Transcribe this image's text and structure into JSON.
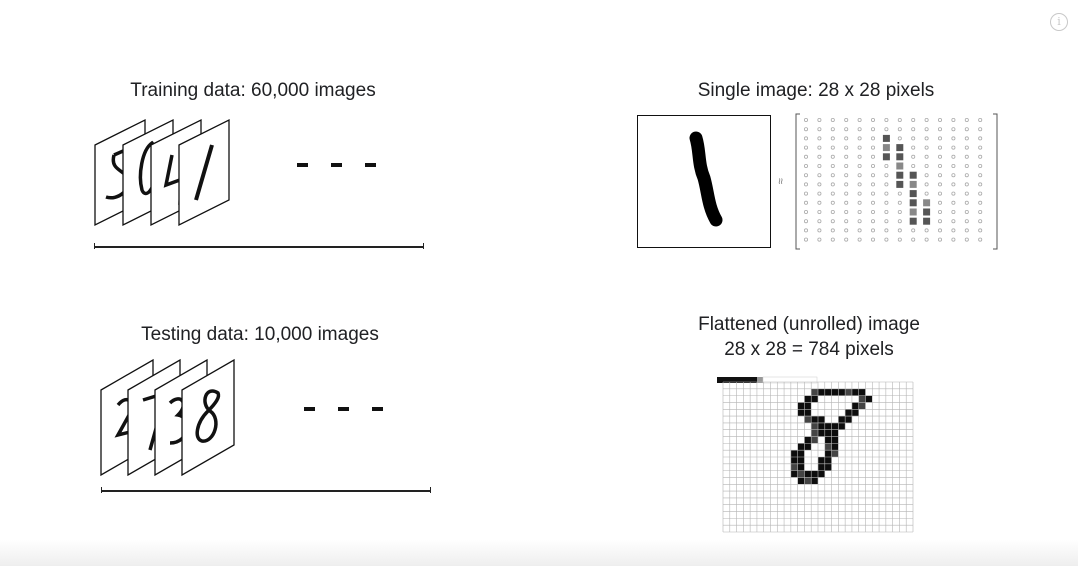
{
  "training": {
    "title": "Training data: 60,000 images",
    "ellipsis": "- - -"
  },
  "testing": {
    "title": "Testing data: 10,000 images",
    "ellipsis": "- - -"
  },
  "single": {
    "title": "Single image: 28 x 28 pixels",
    "approx_symbol": "≈"
  },
  "flattened": {
    "title_line1": "Flattened (unrolled) image",
    "title_line2": "28 x 28 = 784 pixels"
  },
  "controls": {
    "info_icon": "info-icon",
    "info_glyph": "i"
  },
  "colors": {
    "ink": "#111111",
    "grid": "#b5b5b5",
    "pixel_dark": "#555555"
  }
}
